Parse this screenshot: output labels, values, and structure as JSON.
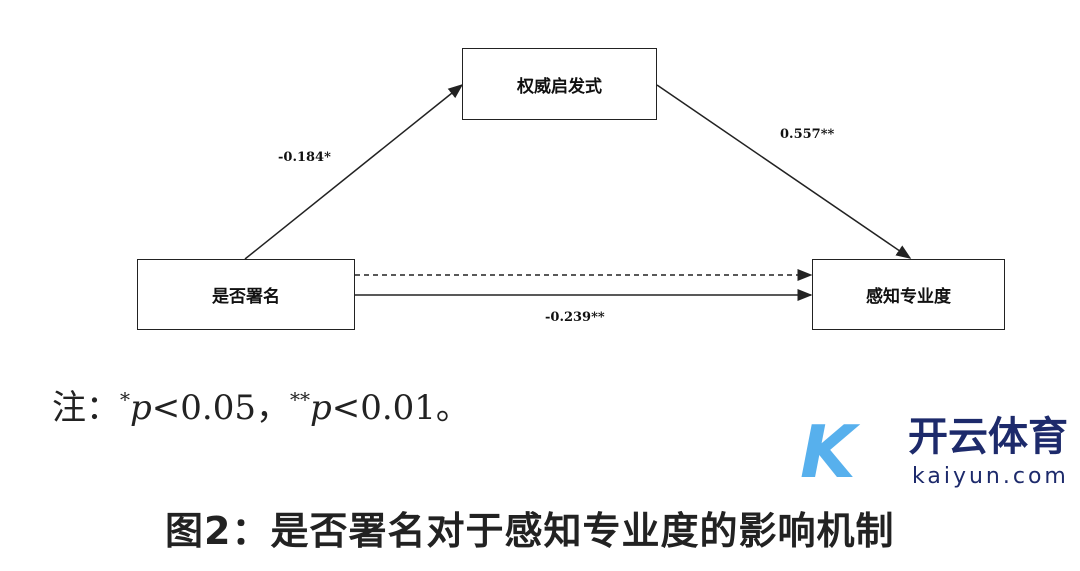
{
  "nodes": {
    "mediator": "权威启发式",
    "independent": "是否署名",
    "dependent": "感知专业度"
  },
  "paths": {
    "a": "-0.184*",
    "b": "0.557**",
    "c": "-0.239**"
  },
  "note": {
    "prefix": "注：",
    "star1": "*",
    "p1": "p",
    "rest1": "<0.05，",
    "star2": "**",
    "p2": "p",
    "rest2": "<0.01。"
  },
  "caption": "图2：是否署名对于感知专业度的影响机制",
  "watermark": {
    "logo": "K",
    "cn": "开云体育",
    "en": "kaiyun.com"
  }
}
